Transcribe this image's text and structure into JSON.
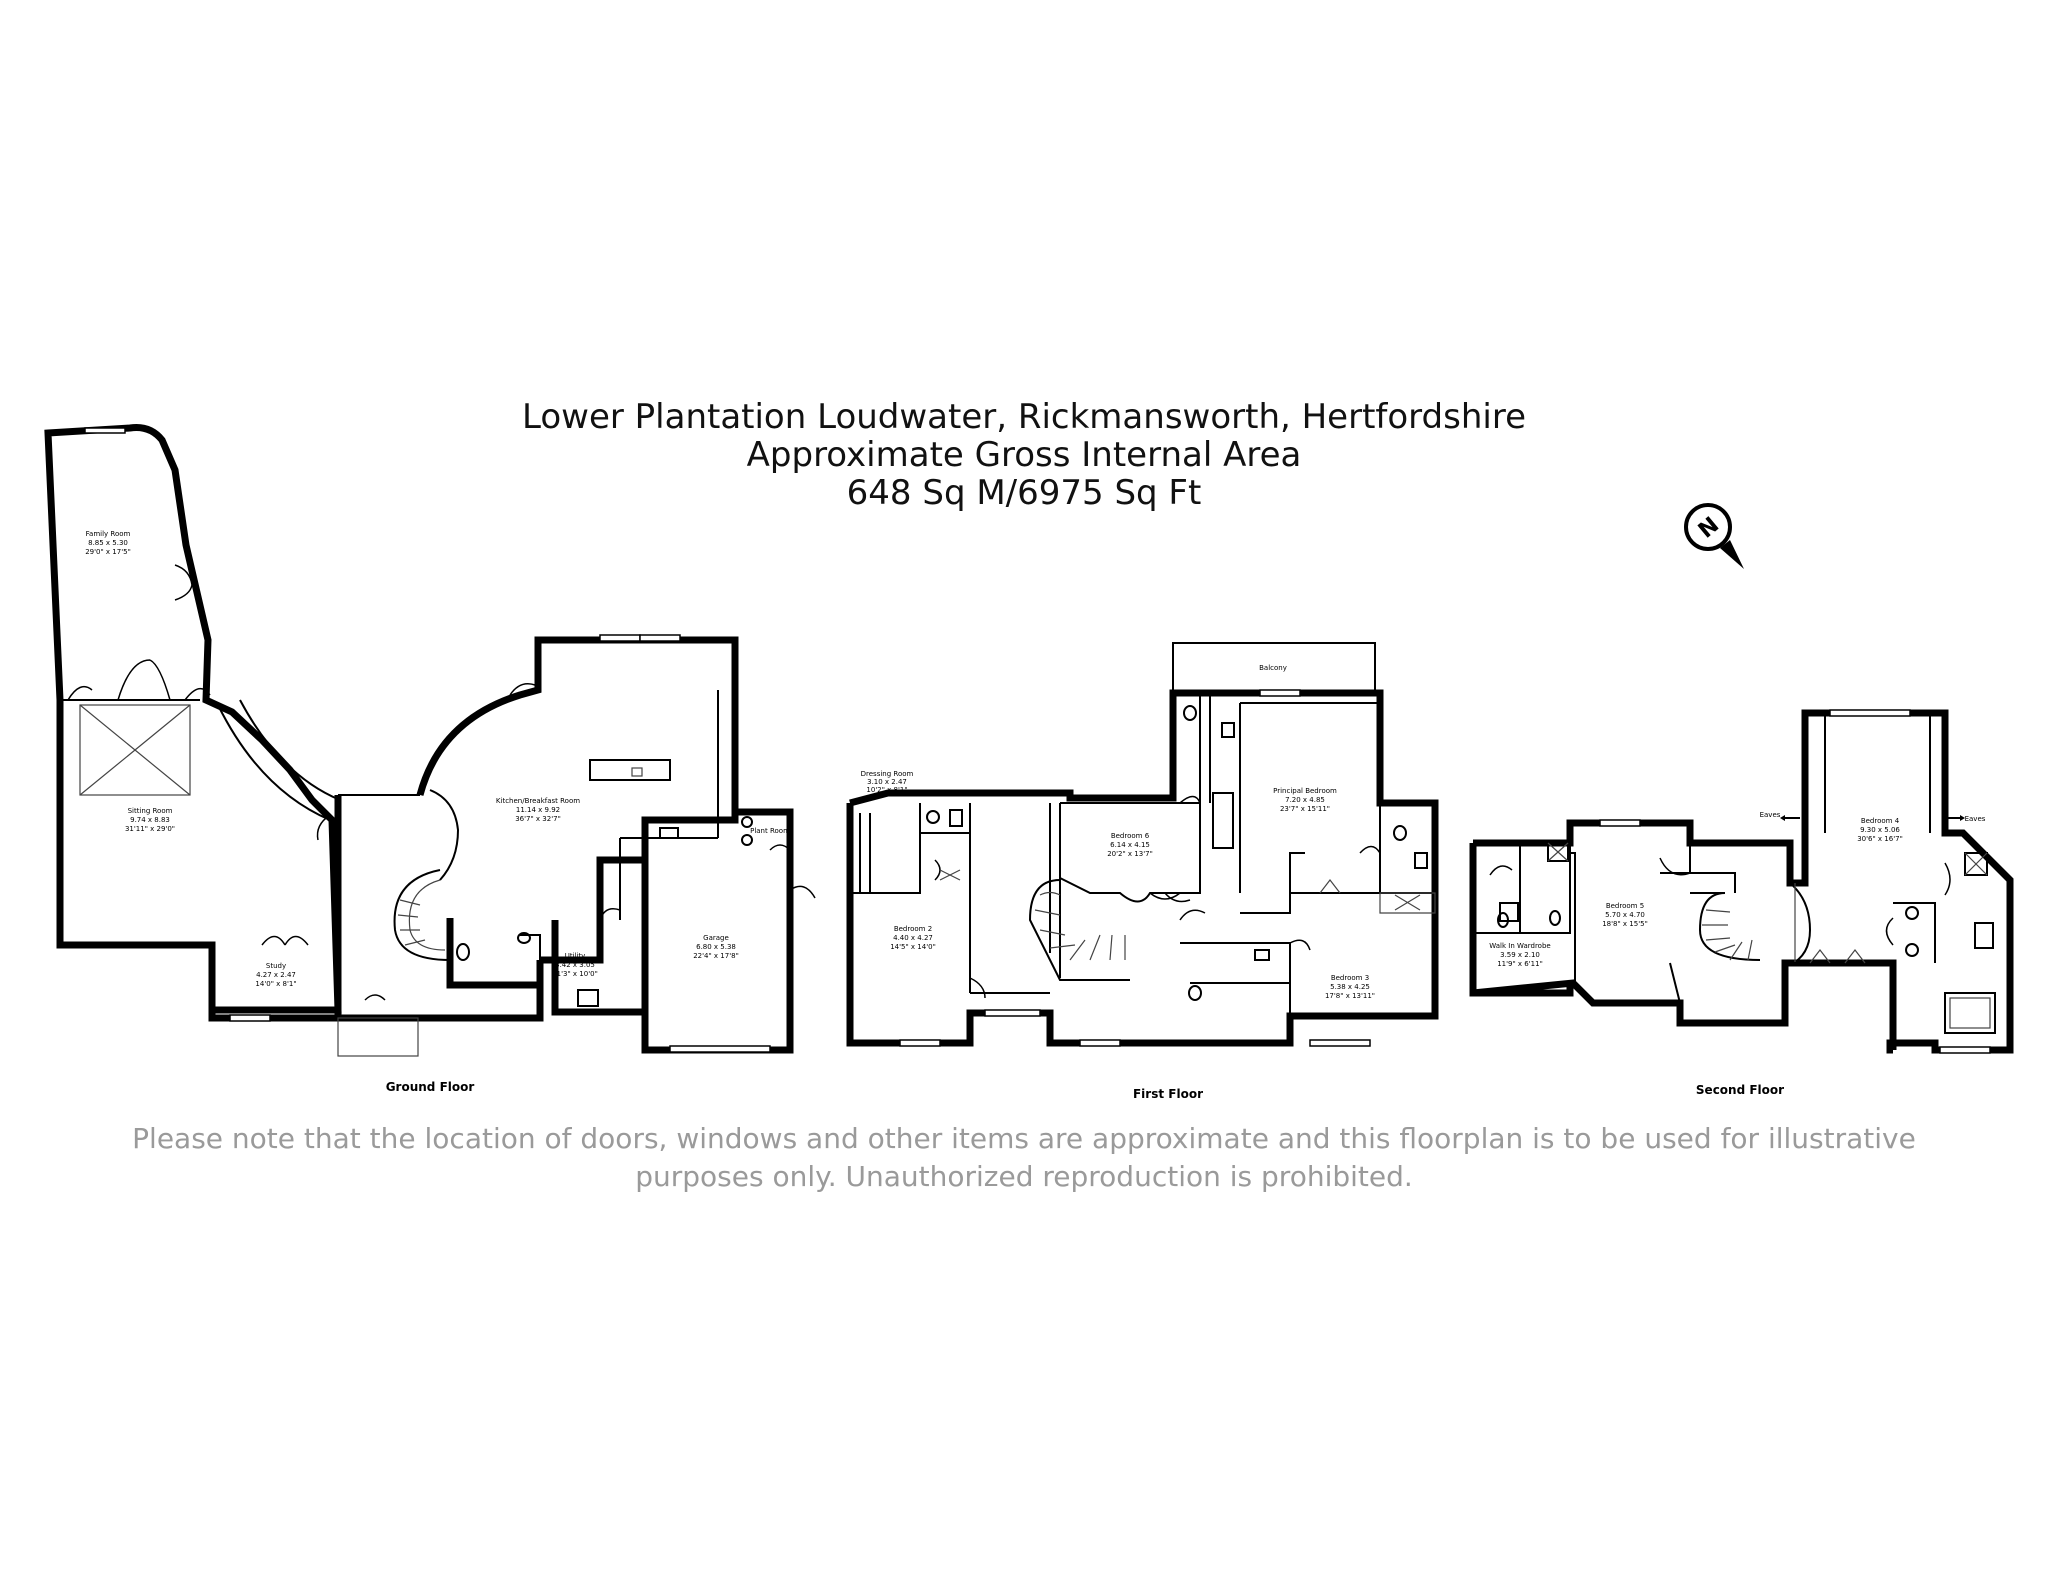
{
  "header": {
    "address": "Lower Plantation Loudwater, Rickmansworth, Hertfordshire",
    "area_label": "Approximate Gross Internal Area",
    "area_value": "648 Sq M/6975 Sq Ft"
  },
  "compass": {
    "letter": "N",
    "icon": "north-arrow-icon"
  },
  "floors": {
    "ground": {
      "label": "Ground Floor",
      "rooms": {
        "family": {
          "name": "Family Room",
          "dims_m": "8.85 x 5.30",
          "dims_ft": "29'0\" x 17'5\""
        },
        "sitting": {
          "name": "Sitting Room",
          "dims_m": "9.74 x 8.83",
          "dims_ft": "31'11\" x 29'0\""
        },
        "study": {
          "name": "Study",
          "dims_m": "4.27 x 2.47",
          "dims_ft": "14'0\" x 8'1\""
        },
        "kitchen": {
          "name": "Kitchen/Breakfast Room",
          "dims_m": "11.14 x 9.92",
          "dims_ft": "36'7\" x 32'7\""
        },
        "utility": {
          "name": "Utility",
          "dims_m": "3.42 x 3.05",
          "dims_ft": "11'3\" x 10'0\""
        },
        "garage": {
          "name": "Garage",
          "dims_m": "6.80 x 5.38",
          "dims_ft": "22'4\" x 17'8\""
        },
        "plant": {
          "name": "Plant Room"
        }
      }
    },
    "first": {
      "label": "First Floor",
      "rooms": {
        "balcony": {
          "name": "Balcony"
        },
        "dressing": {
          "name": "Dressing Room",
          "dims_m": "3.10 x 2.47",
          "dims_ft": "10'2\" x 8'1\""
        },
        "bedroom2": {
          "name": "Bedroom 2",
          "dims_m": "4.40 x 4.27",
          "dims_ft": "14'5\" x 14'0\""
        },
        "bedroom6": {
          "name": "Bedroom 6",
          "dims_m": "6.14 x 4.15",
          "dims_ft": "20'2\" x 13'7\""
        },
        "principal": {
          "name": "Principal Bedroom",
          "dims_m": "7.20 x 4.85",
          "dims_ft": "23'7\" x 15'11\""
        },
        "bedroom3": {
          "name": "Bedroom 3",
          "dims_m": "5.38 x 4.25",
          "dims_ft": "17'8\" x 13'11\""
        }
      }
    },
    "second": {
      "label": "Second Floor",
      "rooms": {
        "bedroom4": {
          "name": "Bedroom 4",
          "dims_m": "9.30 x 5.06",
          "dims_ft": "30'6\" x 16'7\""
        },
        "bedroom5": {
          "name": "Bedroom 5",
          "dims_m": "5.70 x 4.70",
          "dims_ft": "18'8\" x 15'5\""
        },
        "walkin": {
          "name": "Walk In Wardrobe",
          "dims_m": "3.59 x 2.10",
          "dims_ft": "11'9\" x 6'11\""
        },
        "eaves_left": "Eaves",
        "eaves_right": "Eaves"
      }
    }
  },
  "disclaimer": {
    "line1": "Please note that the location of doors, windows and other items are approximate and this floorplan is to be used for illustrative",
    "line2": "purposes only. Unauthorized reproduction is prohibited."
  },
  "colors": {
    "wall": "#000000",
    "disclaimer": "#9a9a9a",
    "background": "#ffffff"
  }
}
